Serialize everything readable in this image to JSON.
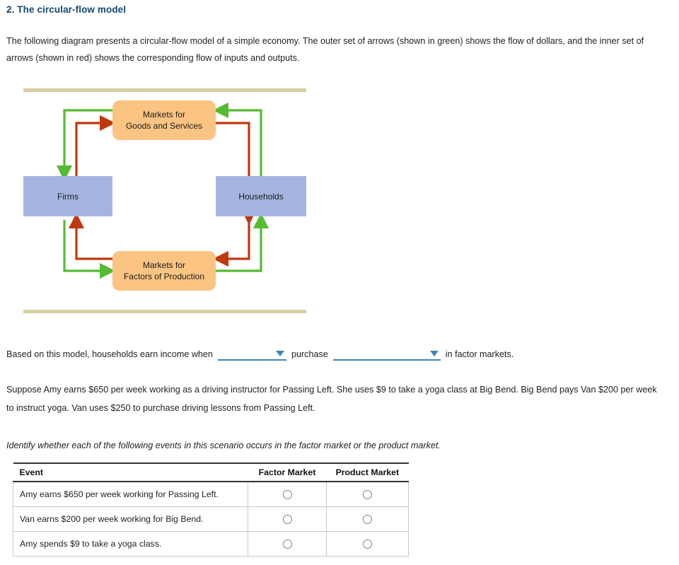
{
  "heading": "2. The circular-flow model",
  "intro": "The following diagram presents a circular-flow model of a simple economy. The outer set of arrows (shown in green) shows the flow of dollars, and the inner set of arrows (shown in red) shows the corresponding flow of inputs and outputs.",
  "diagram": {
    "nodes": {
      "goods_market": "Markets for\nGoods and Services",
      "goods_market_line1": "Markets for",
      "goods_market_line2": "Goods and Services",
      "factor_market_line1": "Markets for",
      "factor_market_line2": "Factors of Production",
      "firms": "Firms",
      "households": "Households"
    },
    "colors": {
      "market_box": "#fbc482",
      "sector_box": "#a4b5df",
      "dollar_flow_green": "#55bb33",
      "goods_flow_red": "#c0380d",
      "divider_tan": "#d6cda1"
    },
    "legend": {
      "green_meaning": "flow of dollars",
      "red_meaning": "flow of inputs and outputs"
    }
  },
  "dropdown_sentence": {
    "before": "Based on this model, households earn income when",
    "middle": "purchase",
    "after": "in factor markets.",
    "dropdown1_value": "",
    "dropdown2_value": ""
  },
  "scenario": "Suppose Amy earns $650 per week working as a driving instructor for Passing Left. She uses $9 to take a yoga class at Big Bend. Big Bend pays Van $200 per week to instruct yoga. Van uses $250 to purchase driving lessons from Passing Left.",
  "prompt": "Identify whether each of the following events in this scenario occurs in the factor market or the product market.",
  "table": {
    "headers": [
      "Event",
      "Factor Market",
      "Product Market"
    ],
    "rows": [
      {
        "event": "Amy earns $650 per week working for Passing Left.",
        "factor_selected": false,
        "product_selected": false
      },
      {
        "event": "Van earns $200 per week working for Big Bend.",
        "factor_selected": false,
        "product_selected": false
      },
      {
        "event": "Amy spends $9 to take a yoga class.",
        "factor_selected": false,
        "product_selected": false
      }
    ]
  }
}
